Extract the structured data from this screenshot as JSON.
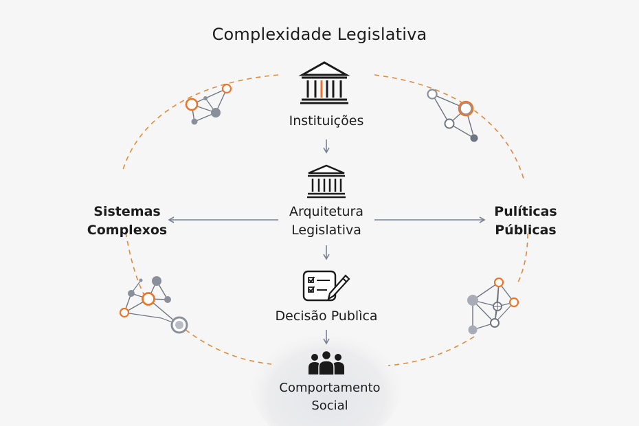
{
  "title": "Complexidade Legislativa",
  "nodes": {
    "instituicoes": "Instituições",
    "arquitetura": [
      "Arquitetura",
      "Legislativa"
    ],
    "decisao": "Decisão Publìca",
    "comportamento": [
      "Comportamento",
      "Social"
    ],
    "sistemas": [
      "Sistemas",
      "Complexos"
    ],
    "politicas": [
      "Pulíticas",
      "Públicas"
    ]
  },
  "icons": [
    "building-icon",
    "building-icon",
    "checklist-pen-icon",
    "people-group-icon",
    "network-icon"
  ],
  "colors": {
    "orange": "#e8762c",
    "gray_node": "#8a8f9c",
    "edge": "#6f7482",
    "arrow": "#7a8194",
    "dashed": "#e08a3c",
    "text": "#1c1c1c"
  }
}
